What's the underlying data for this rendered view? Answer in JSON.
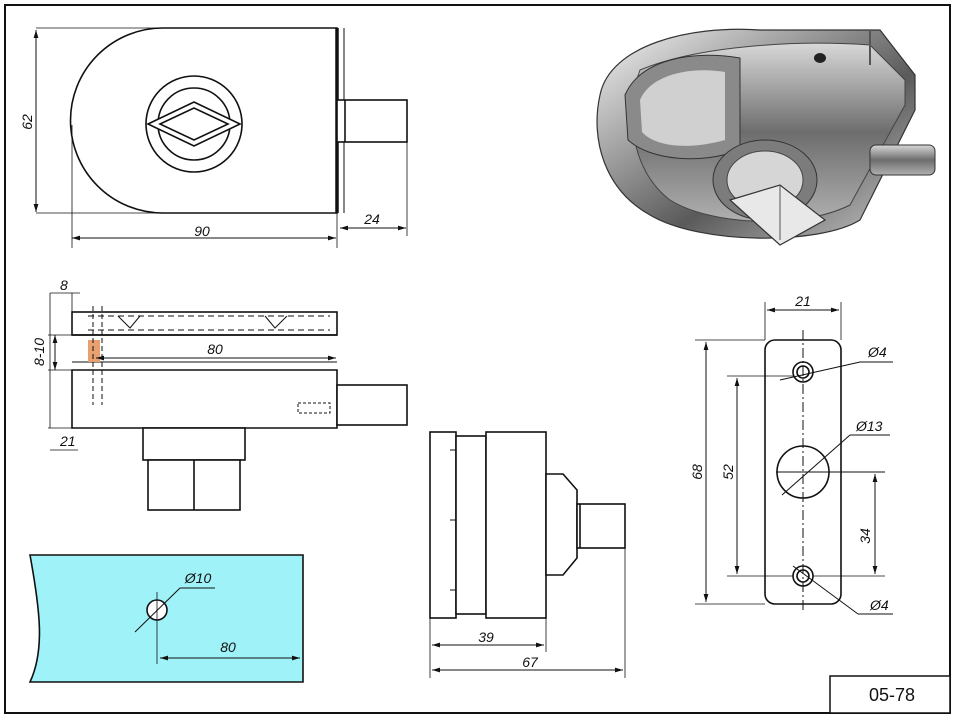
{
  "drawing": {
    "code": "05-78",
    "colors": {
      "glass": "#9ff2f7",
      "seal": "#e8a070",
      "line": "#111111"
    },
    "front_view": {
      "height": "62",
      "width": "90",
      "pin": "24"
    },
    "section_view": {
      "top": "8",
      "gap": "8-10",
      "span": "80",
      "bottom": "21"
    },
    "side_view": {
      "body": "39",
      "total": "67"
    },
    "plate_view": {
      "width": "21",
      "hole_small_top": "Ø4",
      "hole_big": "Ø13",
      "total_height": "68",
      "hole_spacing": "52",
      "to_center": "34",
      "hole_small_bottom": "Ø4"
    },
    "glass_view": {
      "hole": "Ø10",
      "offset": "80"
    },
    "render_3d": {
      "icon": "lock-3d-render"
    }
  }
}
